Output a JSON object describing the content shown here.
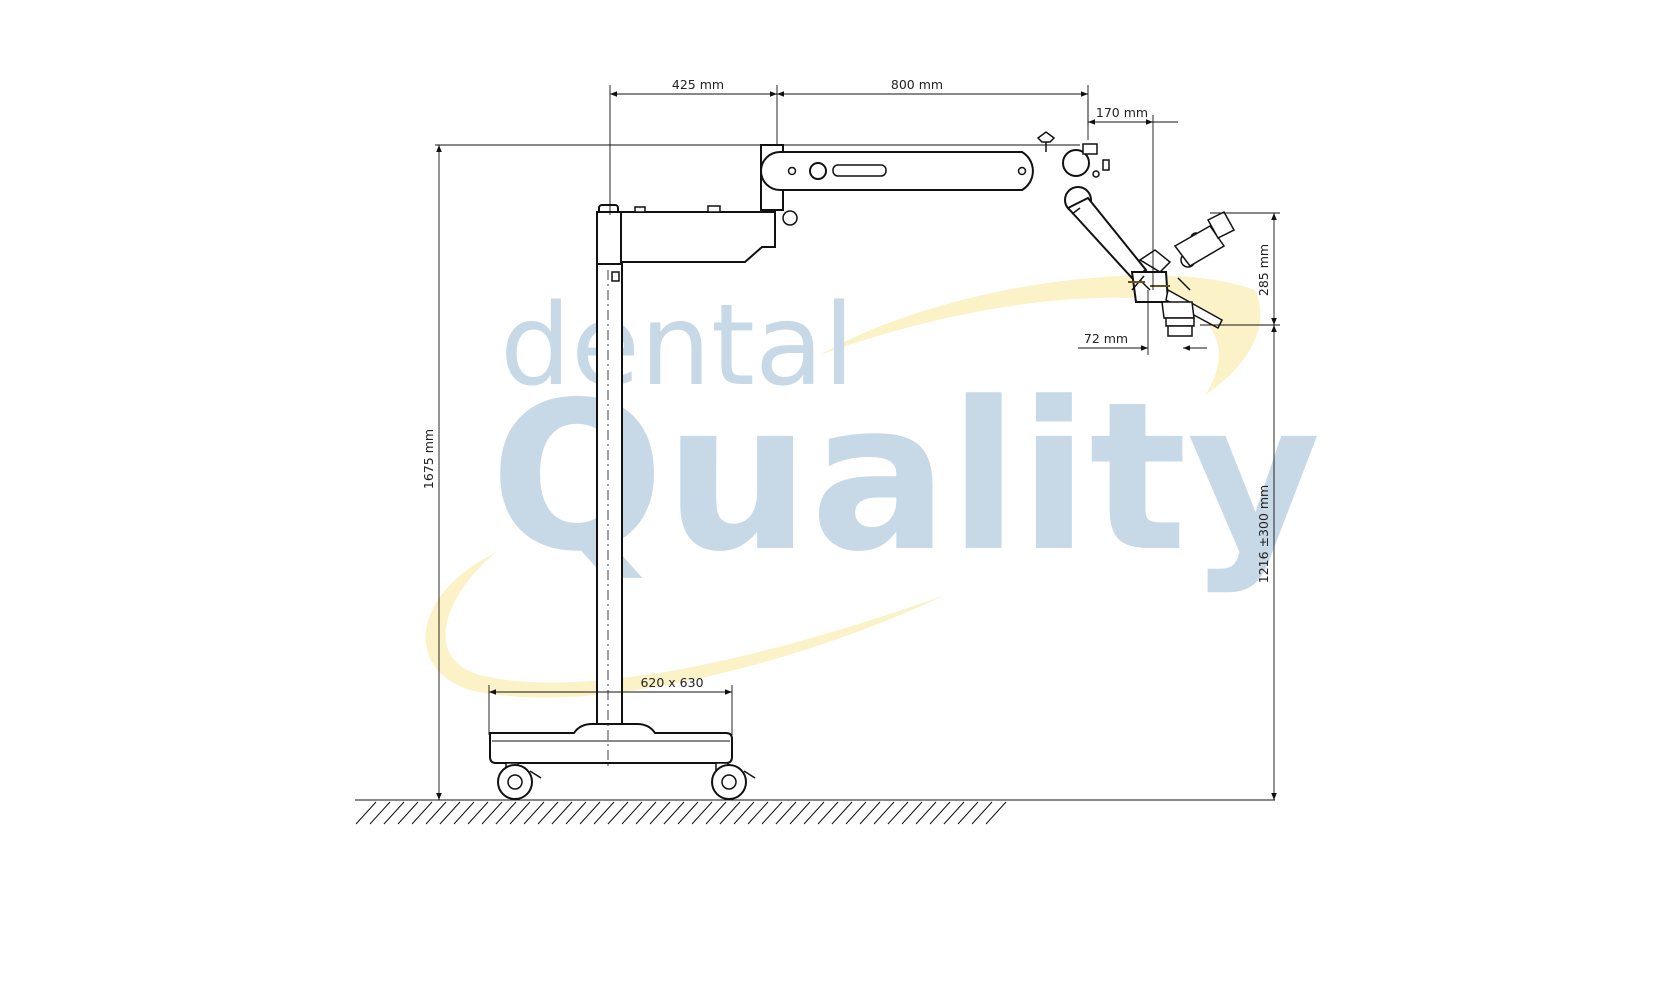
{
  "watermark": {
    "word_top": "dental",
    "word_bottom": "Quality",
    "text_color": "#c7d8e6",
    "swoosh_color": "#fbf2c8"
  },
  "dimensions": {
    "column_offset": "425 mm",
    "arm_reach": "800 mm",
    "head_offset": "170 mm",
    "optics_height": "285 mm",
    "objective_offset": "72 mm",
    "total_height": "1675 mm",
    "working_height": "1216 ±300 mm",
    "base_size": "620 x 630"
  }
}
